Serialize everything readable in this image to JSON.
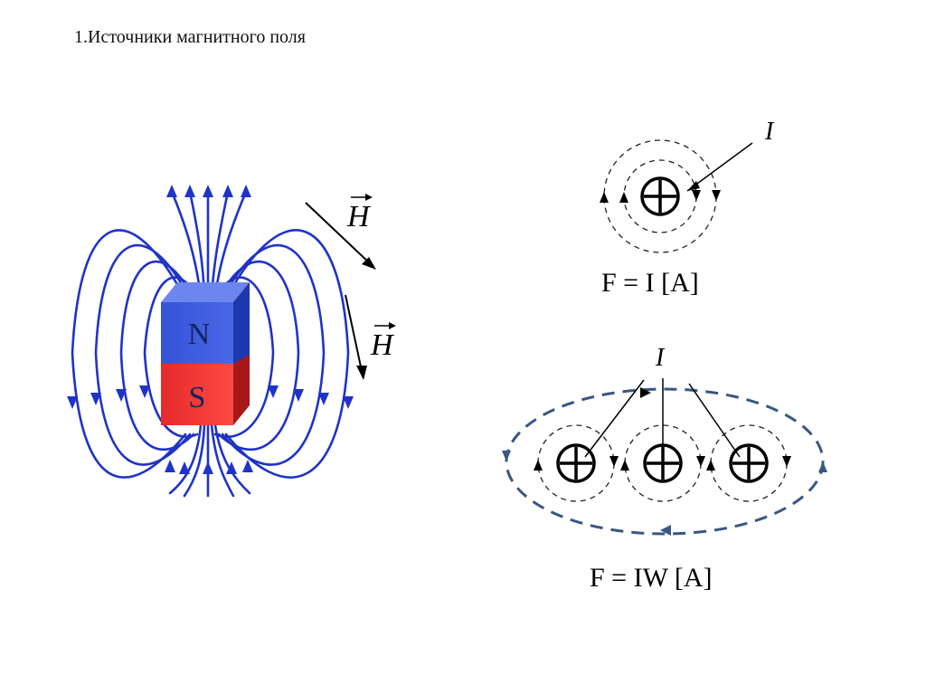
{
  "title": "1.Источники магнитного поля",
  "magnet": {
    "north_label": "N",
    "south_label": "S",
    "north_color": "#2f4fd6",
    "south_color": "#e0242a",
    "field_line_color": "#1f33c8"
  },
  "field_vector_label": "H",
  "single_wire": {
    "current_label": "I",
    "formula": "F = I [A]"
  },
  "coil": {
    "current_label": "I",
    "formula": "F = IW [A]",
    "outer_loop_color": "#3a5683"
  }
}
